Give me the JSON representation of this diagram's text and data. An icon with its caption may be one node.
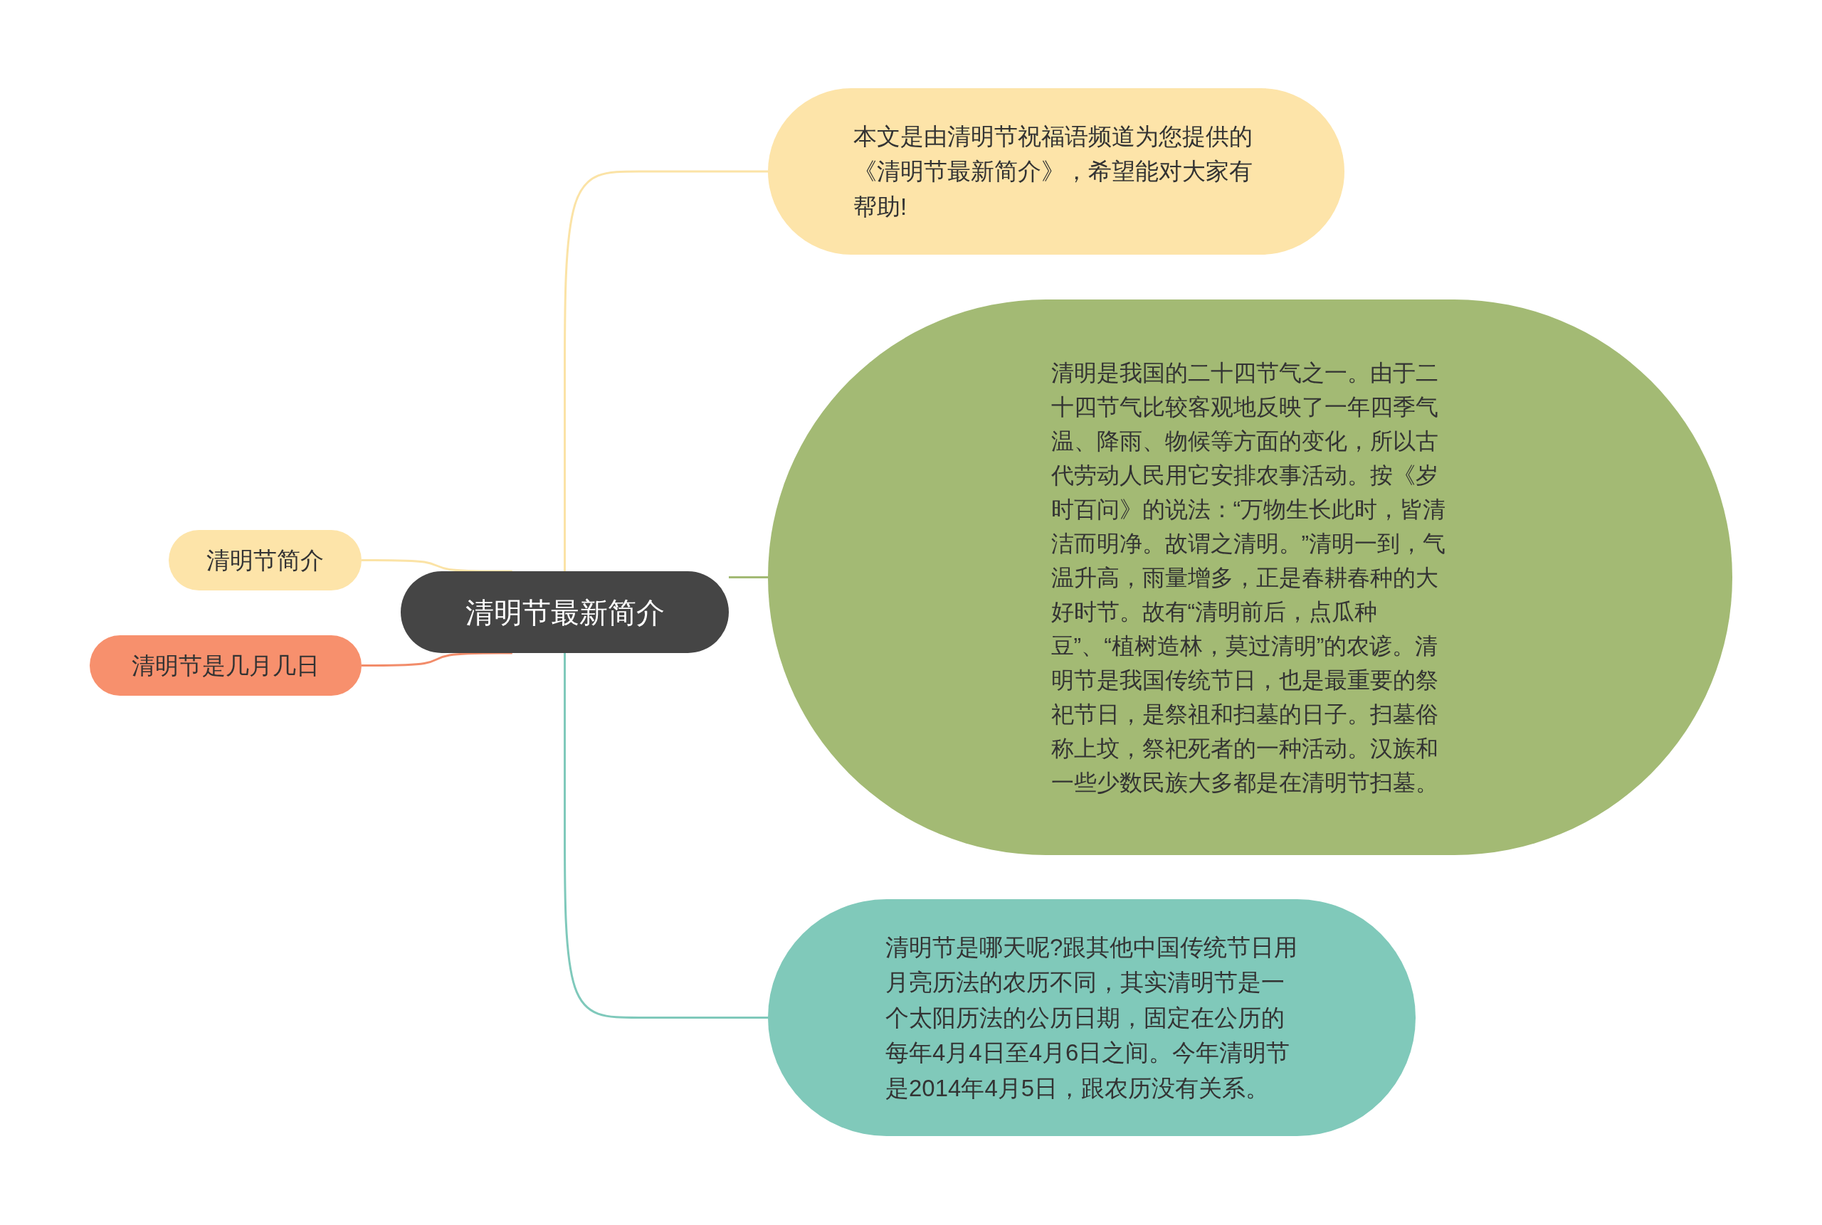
{
  "diagram": {
    "nodes": [
      {
        "text": [
          "清明节最新简介"
        ]
      },
      {
        "text": [
          "本文是由清明节祝福语频道为您提供的《清明节最新简介》，希望能对大家有帮助!"
        ]
      },
      {
        "text": [
          "清明节简介"
        ]
      },
      {
        "text": [
          "清明节是几月几日"
        ]
      },
      {
        "text": [
          "清明是我国的二十四节气之一。由于二十四节气比较客观地反映了一年四季气温、降雨、物候等方面的变化，所以古代劳动人民用它安排农事活动。按《岁时百问》的说法：“万物生长此时，皆清洁而明净。故谓之清明。”清明一到，气温升高，雨量增多，正是春耕春种的大好时节。故有“清明前后，点瓜种豆”、“植树造林，莫过清明”的农谚。清明节是我国传统节日，也是最重要的祭祀节日，是祭祖和扫墓的日子。扫墓俗称上坟，祭祀死者的一种活动。汉族和一些少数民族大多都是在清明节扫墓。"
        ]
      },
      {
        "text": [
          "清明节是哪天呢?跟其他中国传统节日用月亮历法的农历不同，其实清明节是一个太阳历法的公历日期，固定在公历的每年4月4日至4月6日之间。今年清明节是2014年4月5日，跟农历没有关系。"
        ]
      }
    ],
    "edges": [
      {
        "from": 0,
        "to": 1,
        "arrow": "none",
        "color": "#fbe3a6"
      },
      {
        "from": 0,
        "to": 2,
        "arrow": "none",
        "color": "#fbe3a6"
      },
      {
        "from": 0,
        "to": 3,
        "arrow": "none",
        "color": "#f28c6a"
      },
      {
        "from": 0,
        "to": 4,
        "arrow": "none",
        "color": "#a3ba74"
      },
      {
        "from": 0,
        "to": 5,
        "arrow": "none",
        "color": "#7fc9bb"
      }
    ]
  }
}
